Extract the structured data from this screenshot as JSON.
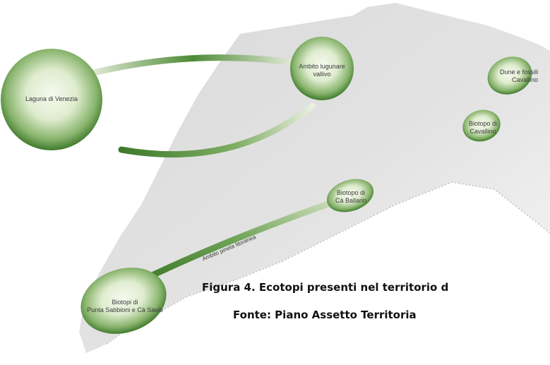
{
  "diagram": {
    "nodes": [
      {
        "id": "laguna",
        "label": "Laguna di Venezia"
      },
      {
        "id": "ambito",
        "label": "Ambito lugunare\nvallivo"
      },
      {
        "id": "dune",
        "label": "Dune e fossili\nCavallino"
      },
      {
        "id": "biotopo_cavallino",
        "label": "Biotopo di\nCavallino"
      },
      {
        "id": "ca_ballarin",
        "label": "Biotopo di\nCà Ballarin"
      },
      {
        "id": "punta_sabbioni",
        "label": "Biotopi di\nPunta Sabbioni e Cà Savio"
      }
    ],
    "corridor_label": "Ambito pineta litoranea",
    "colors": {
      "node_dark": "#3f7a2c",
      "node_light": "#e9f2df",
      "landmass": "#d6d6d6",
      "text": "#3a3a3a"
    }
  },
  "caption": {
    "line1": "Figura 4. Ecotopi presenti nel territorio d",
    "line2": "Fonte: Piano Assetto Territoria"
  }
}
